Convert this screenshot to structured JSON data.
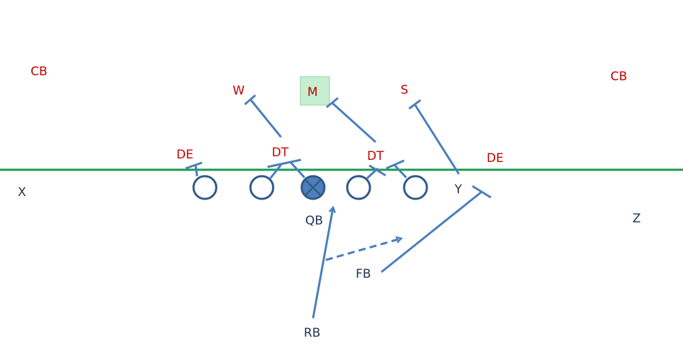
{
  "colors": {
    "defense_label": "#C00000",
    "offense_label": "#1F3350",
    "assignment_line": "#4A7EBB",
    "line_of_scrimmage": "#1A9B50",
    "center_fill": "#4F7EBB",
    "highlight_box": "#C6EFD2"
  },
  "defense": {
    "cb_left": "CB",
    "cb_right": "CB",
    "w": "W",
    "m": "M",
    "s": "S",
    "de_left": "DE",
    "dt_left": "DT",
    "dt_right": "DT",
    "de_right": "DE"
  },
  "offense": {
    "x": "X",
    "y": "Y",
    "z": "Z",
    "qb": "QB",
    "fb": "FB",
    "rb": "RB"
  }
}
